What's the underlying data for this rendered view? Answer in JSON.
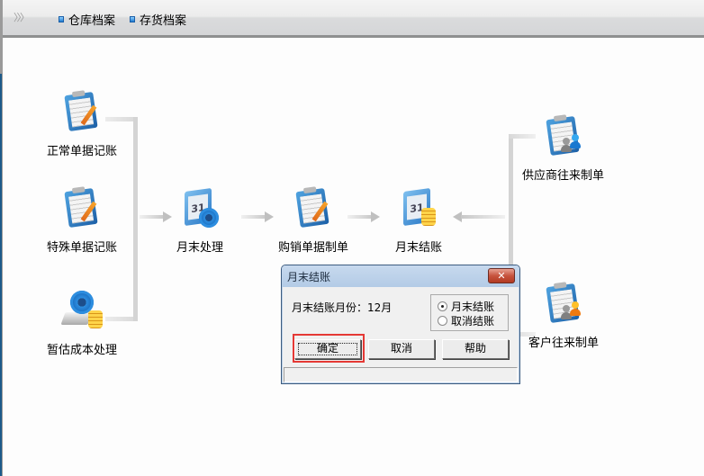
{
  "toolbar": {
    "expander_icon": "chevrons-right-icon",
    "items": [
      {
        "label": "仓库档案",
        "icon": "blue-bullet-icon"
      },
      {
        "label": "存货档案",
        "icon": "blue-bullet-icon"
      }
    ]
  },
  "flow": {
    "nodes": {
      "normal_posting": {
        "label": "正常单据记账",
        "icon": "clipboard-pencil-icon"
      },
      "special_posting": {
        "label": "特殊单据记账",
        "icon": "clipboard-pencil-icon"
      },
      "estimated_cost": {
        "label": "暂估成本处理",
        "icon": "gear-coins-icon"
      },
      "month_end_process": {
        "label": "月末处理",
        "icon": "calendar-gear-icon"
      },
      "purchase_sales_voucher": {
        "label": "购销单据制单",
        "icon": "clipboard-pencil-icon"
      },
      "month_end_close": {
        "label": "月末结账",
        "icon": "calendar-coins-icon"
      },
      "supplier_voucher": {
        "label": "供应商往来制单",
        "icon": "clipboard-user-blue-icon"
      },
      "customer_voucher": {
        "label": "客户往来制单",
        "icon": "clipboard-user-orange-icon"
      }
    }
  },
  "dialog": {
    "title": "月末结账",
    "close_icon": "close-icon",
    "month_label": "月末结账月份：12月",
    "radio_options": [
      {
        "label": "月末结账",
        "selected": true
      },
      {
        "label": "取消结账",
        "selected": false
      }
    ],
    "buttons": {
      "ok": "确定",
      "cancel": "取消",
      "help": "帮助"
    },
    "highlight_color": "#e53935"
  }
}
